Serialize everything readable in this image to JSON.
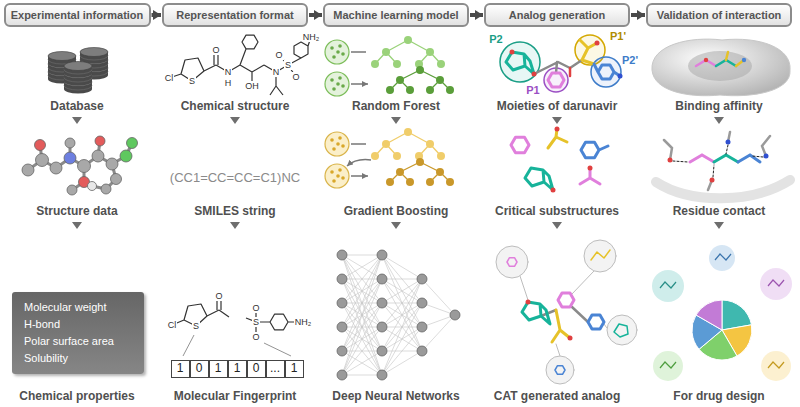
{
  "diagram": {
    "nodes": [
      {
        "text": [
          "Experimental information"
        ]
      },
      {
        "text": [
          "Representation format"
        ]
      },
      {
        "text": [
          "Machine learning model"
        ]
      },
      {
        "text": [
          "Analog generation"
        ]
      },
      {
        "text": [
          "Validation of interaction"
        ]
      },
      {
        "text": [
          "Molecular weight",
          "H-bond",
          "Polar surface area",
          "Solubility"
        ]
      }
    ],
    "edges": [
      {
        "from": 0,
        "to": 1,
        "arrow": "to"
      },
      {
        "from": 1,
        "to": 2,
        "arrow": "to"
      },
      {
        "from": 2,
        "to": 3,
        "arrow": "to"
      },
      {
        "from": 3,
        "to": 4,
        "arrow": "to"
      }
    ],
    "labels": [
      "Database",
      "Structure data",
      "Chemical properties",
      "Chemical structure",
      "SMILES string",
      "Molecular Fingerprint",
      "Random Forest",
      "Gradient Boosting",
      "Deep Neural Networks",
      "Moieties of darunavir",
      "Critical substructures",
      "CAT generated analog",
      "Binding affinity",
      "Residue contact",
      "For drug design",
      "(CC1=CC=CC=C1)NC",
      "1",
      "0",
      "1",
      "1",
      "0",
      "...",
      "1",
      "Cl",
      "S",
      "O",
      "N",
      "H",
      "OH",
      "N",
      "S",
      "O",
      "O",
      "NH₂",
      "Cl",
      "S",
      "O",
      "S",
      "O",
      "O",
      "NH₂",
      "P2",
      "P1'",
      "P1",
      "P2'"
    ]
  }
}
